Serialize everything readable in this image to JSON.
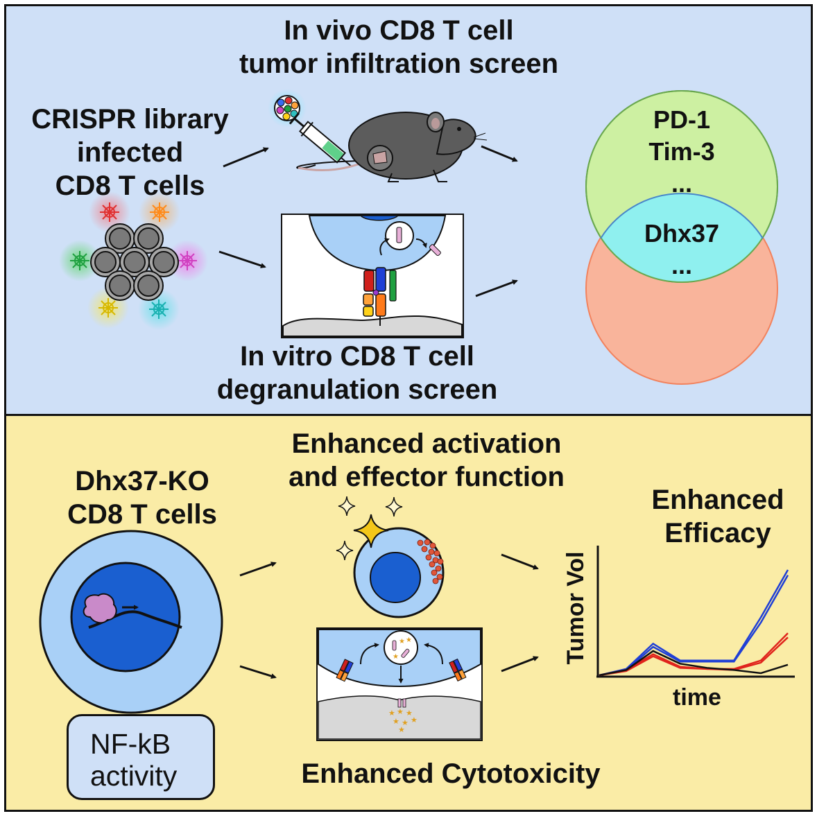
{
  "top": {
    "title_line1": "In vivo CD8 T cell",
    "title_line2": "tumor infiltration screen",
    "crispr_line1": "CRISPR library",
    "crispr_line2": "infected",
    "crispr_line3": "CD8 T cells",
    "invitro_line1": "In vitro CD8 T cell",
    "invitro_line2": "degranulation screen",
    "venn": {
      "top_line1": "PD-1",
      "top_line2": "Tim-3",
      "top_line3": "...",
      "overlap_line1": "Dhx37",
      "overlap_line2": "...",
      "colors": {
        "top": "#cdf0a2",
        "bottom": "#f9b49b",
        "overlap": "#8ff0ef"
      }
    }
  },
  "bottom": {
    "ko_line1": "Dhx37-KO",
    "ko_line2": "CD8 T cells",
    "nfkb_line1": "NF-kB",
    "nfkb_line2": "activity",
    "activation_line1": "Enhanced activation",
    "activation_line2": "and effector function",
    "cytotoxicity": "Enhanced Cytotoxicity",
    "efficacy_line1": "Enhanced",
    "efficacy_line2": "Efficacy"
  },
  "chart_data": {
    "type": "line",
    "xlabel": "time",
    "ylabel": "Tumor Vol",
    "x": [
      0,
      1,
      2,
      3,
      4,
      5,
      6,
      7
    ],
    "series": [
      {
        "color": "#1f3fd6",
        "values": [
          0,
          0.06,
          0.3,
          0.14,
          0.14,
          0.14,
          0.55,
          1.0
        ]
      },
      {
        "color": "#1f3fd6",
        "values": [
          0,
          0.05,
          0.27,
          0.13,
          0.13,
          0.13,
          0.5,
          0.95
        ]
      },
      {
        "color": "#e0231c",
        "values": [
          0,
          0.05,
          0.2,
          0.08,
          0.06,
          0.06,
          0.14,
          0.4
        ]
      },
      {
        "color": "#e0231c",
        "values": [
          0,
          0.04,
          0.18,
          0.07,
          0.06,
          0.05,
          0.12,
          0.36
        ]
      },
      {
        "color": "#111111",
        "values": [
          0,
          0.05,
          0.23,
          0.11,
          0.07,
          0.05,
          0.02,
          0.1
        ]
      }
    ]
  }
}
